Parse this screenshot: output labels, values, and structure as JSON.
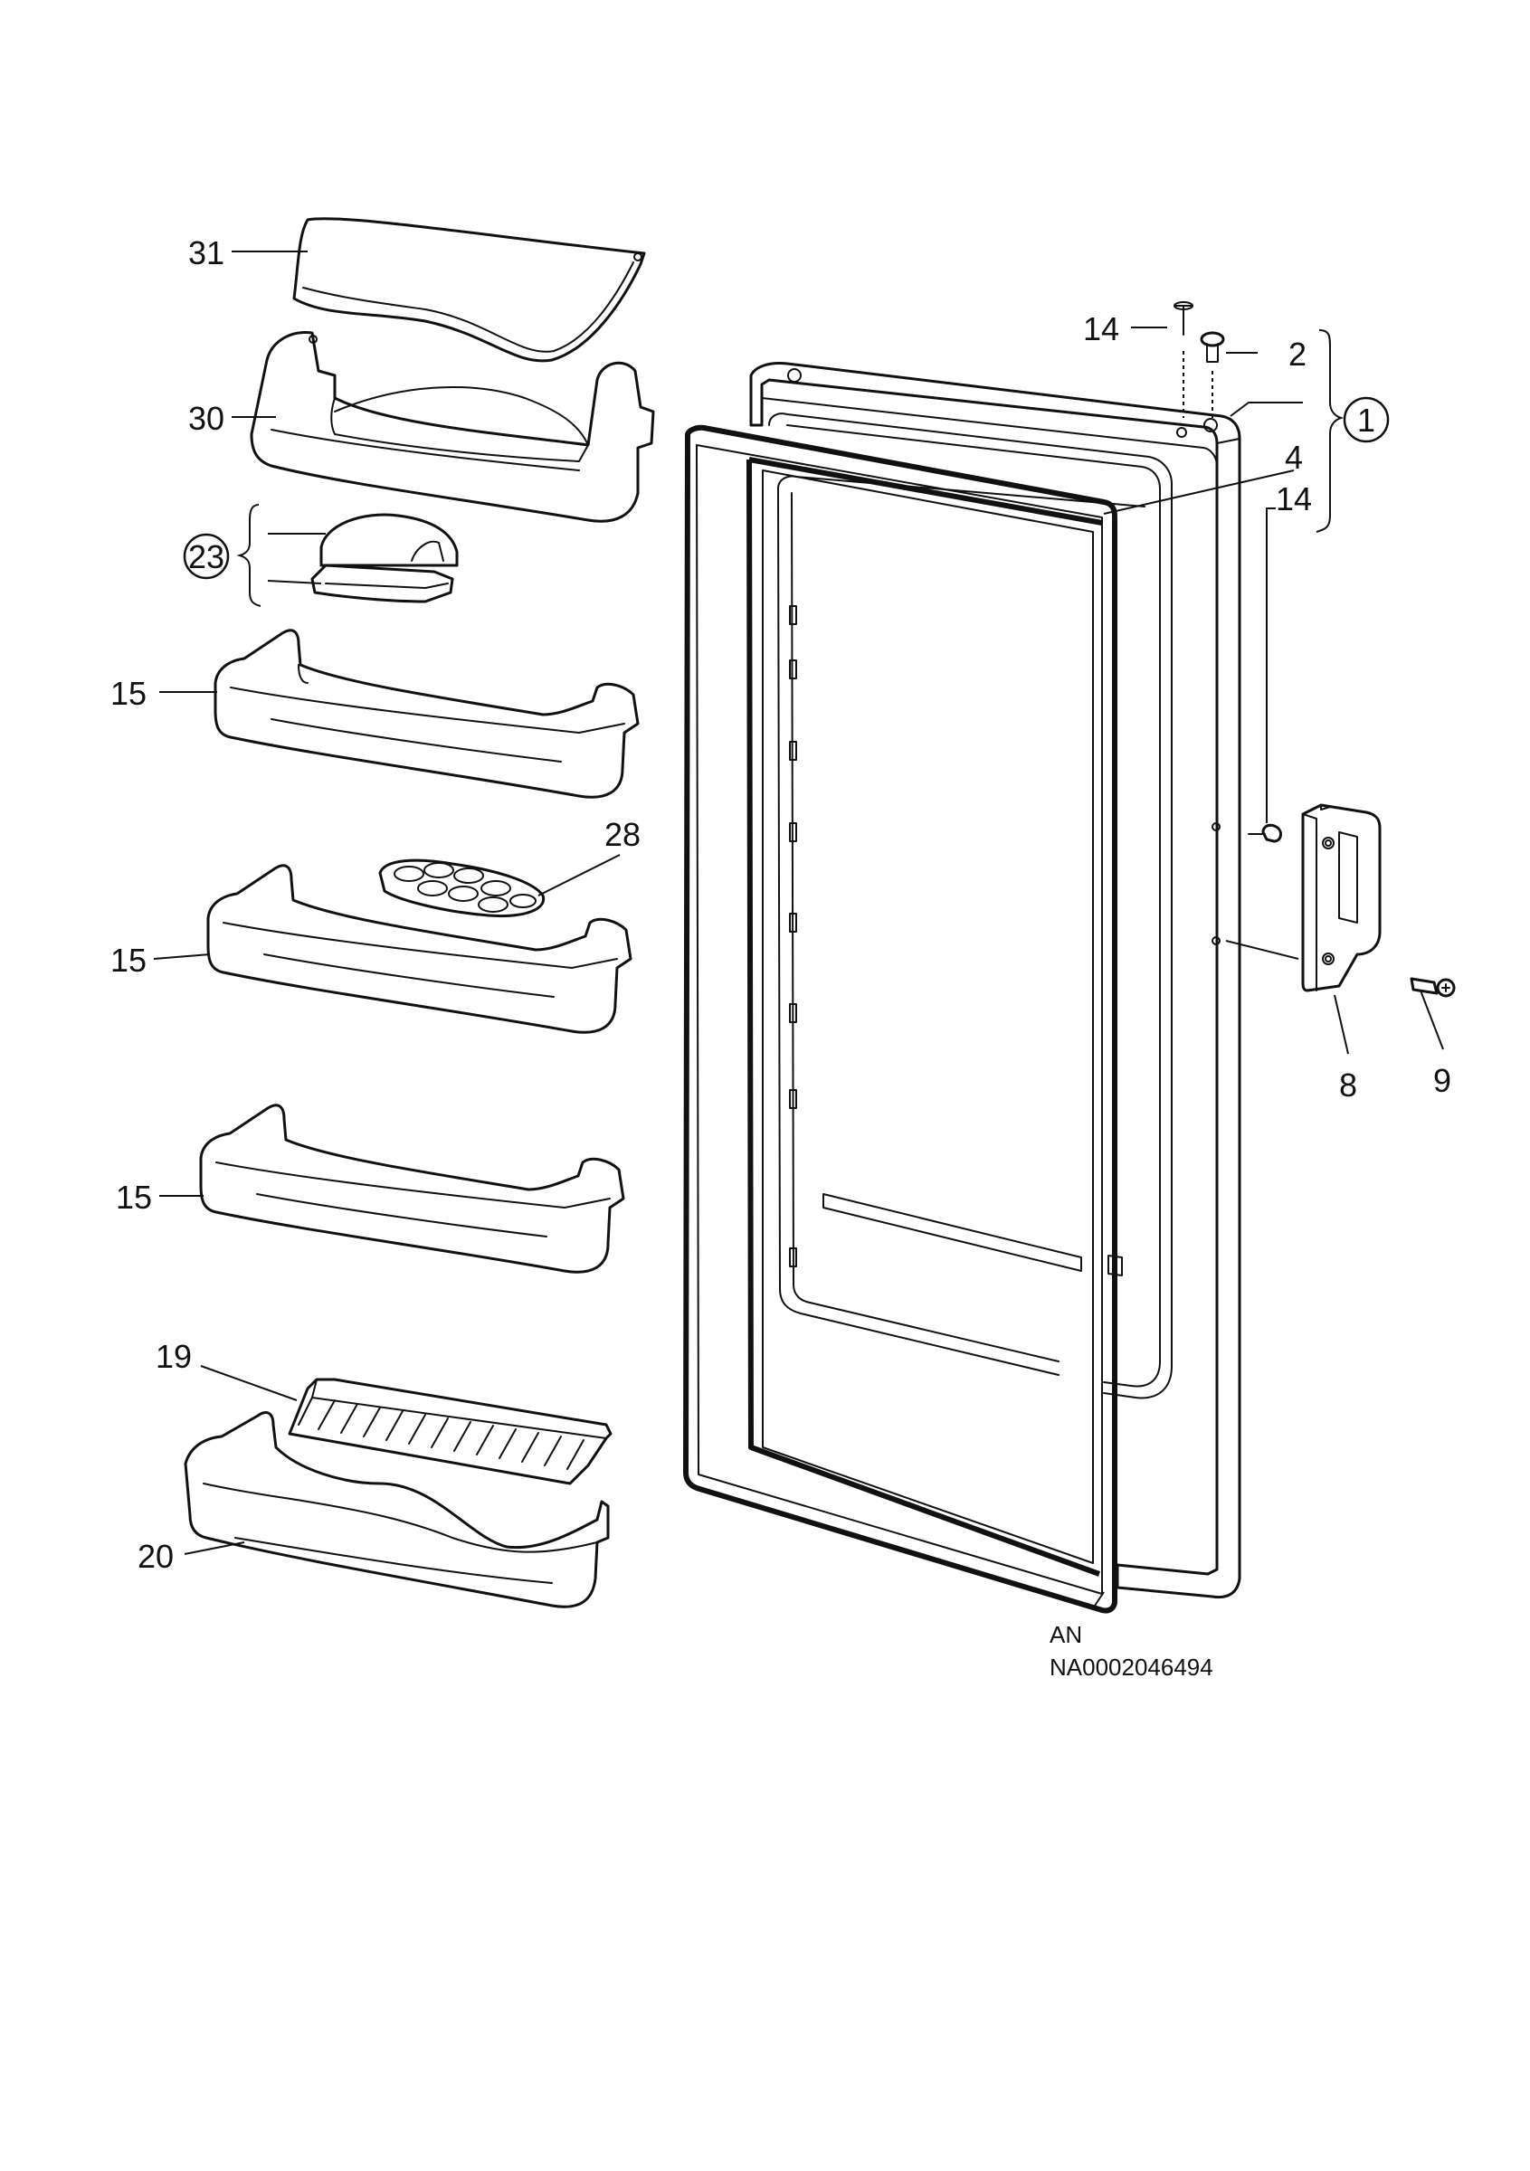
{
  "labels": {
    "l31": "31",
    "l30": "30",
    "l23": "23",
    "l15a": "15",
    "l15b": "15",
    "l15c": "15",
    "l28": "28",
    "l19": "19",
    "l20": "20",
    "l14a": "14",
    "l2": "2",
    "l1": "1",
    "l4": "4",
    "l14b": "14",
    "l8": "8",
    "l9": "9"
  },
  "footer": {
    "code_line1": "AN",
    "code_line2": "NA0002046494"
  }
}
